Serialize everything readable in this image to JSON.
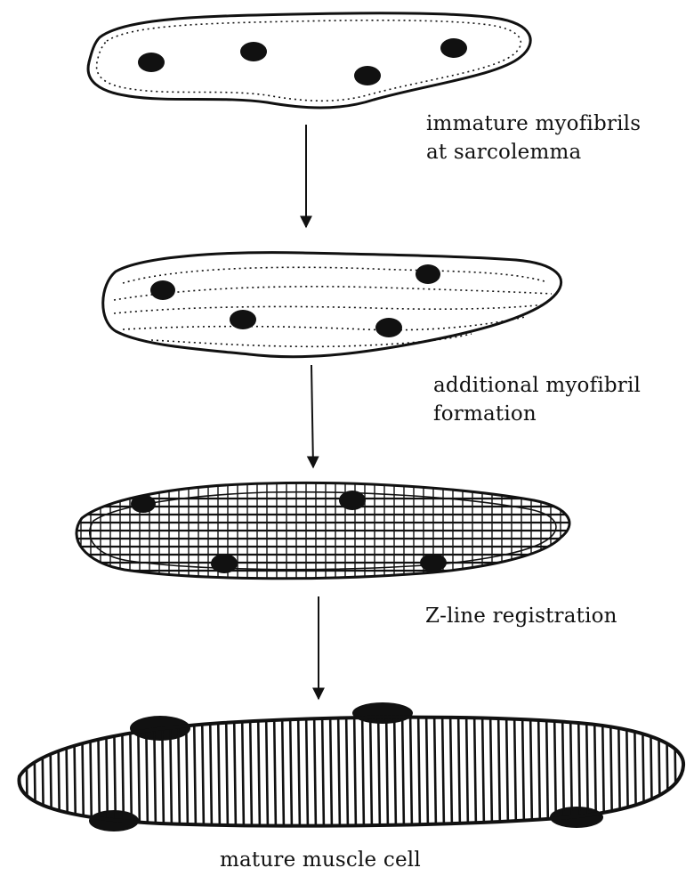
{
  "colors": {
    "ink": "#111111",
    "background": "#ffffff"
  },
  "stages": [
    {
      "id": "stage1",
      "label_lines": [
        "immature myofibrils",
        "at sarcolemma"
      ]
    },
    {
      "id": "stage2",
      "label_lines": [
        "additional myofibril",
        "formation"
      ]
    },
    {
      "id": "stage3",
      "label_lines": [
        "Z-line registration"
      ]
    },
    {
      "id": "stage4",
      "label_lines": [
        "mature muscle cell"
      ]
    }
  ]
}
